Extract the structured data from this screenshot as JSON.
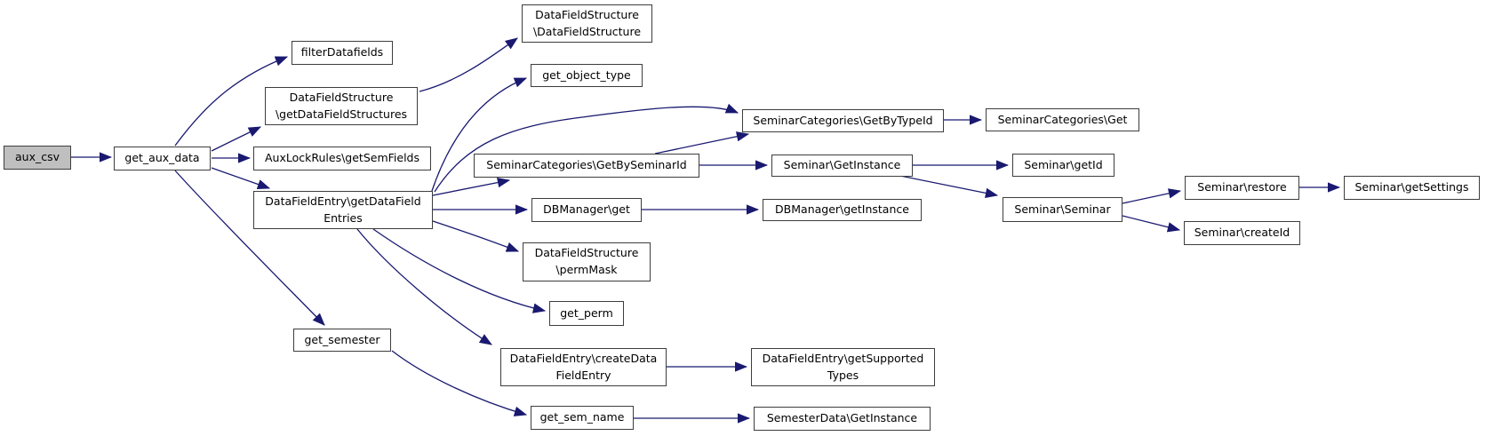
{
  "diagram": {
    "kind": "doxygen-call-graph",
    "root": "aux_csv",
    "colors": {
      "edge": "#191970",
      "node_border": "#3d3d3d",
      "node_fill": "#ffffff",
      "root_node_fill": "#bfbfbf",
      "text": "#000000",
      "background": "#ffffff"
    },
    "nodes": {
      "aux_csv": {
        "label": "aux_csv",
        "highlighted": true
      },
      "get_aux_data": {
        "label": "get_aux_data"
      },
      "filter_datafields": {
        "label": "filterDatafields"
      },
      "datafieldstructure_getdatafieldstructures": {
        "label": "DataFieldStructure\n\\getDataFieldStructures"
      },
      "auxlockrules_getsemfields": {
        "label": "AuxLockRules\\getSemFields"
      },
      "datafieldentry_getdatafieldentries": {
        "label": "DataFieldEntry\\getDataField\nEntries"
      },
      "get_semester": {
        "label": "get_semester"
      },
      "datafieldstructure_datafieldstructure": {
        "label": "DataFieldStructure\n\\DataFieldStructure"
      },
      "get_object_type": {
        "label": "get_object_type"
      },
      "seminarcategories_getbyseminarid": {
        "label": "SeminarCategories\\GetBySeminarId"
      },
      "dbmanager_get": {
        "label": "DBManager\\get"
      },
      "datafieldstructure_permmask": {
        "label": "DataFieldStructure\n\\permMask"
      },
      "get_perm": {
        "label": "get_perm"
      },
      "datafieldentry_createdatafieldentry": {
        "label": "DataFieldEntry\\createData\nFieldEntry"
      },
      "get_sem_name": {
        "label": "get_sem_name"
      },
      "seminarcategories_getbytypeid": {
        "label": "SeminarCategories\\GetByTypeId"
      },
      "seminar_getinstance": {
        "label": "Seminar\\GetInstance"
      },
      "dbmanager_getinstance": {
        "label": "DBManager\\getInstance"
      },
      "datafieldentry_getsupportedtypes": {
        "label": "DataFieldEntry\\getSupported\nTypes"
      },
      "semesterdata_getinstance": {
        "label": "SemesterData\\GetInstance"
      },
      "seminarcategories_get": {
        "label": "SeminarCategories\\Get"
      },
      "seminar_getid": {
        "label": "Seminar\\getId"
      },
      "seminar_seminar": {
        "label": "Seminar\\Seminar"
      },
      "seminar_restore": {
        "label": "Seminar\\restore"
      },
      "seminar_getsettings": {
        "label": "Seminar\\getSettings"
      },
      "seminar_createid": {
        "label": "Seminar\\createId"
      }
    },
    "edges": [
      {
        "from": "aux_csv",
        "to": "get_aux_data"
      },
      {
        "from": "get_aux_data",
        "to": "filter_datafields"
      },
      {
        "from": "get_aux_data",
        "to": "datafieldstructure_getdatafieldstructures"
      },
      {
        "from": "get_aux_data",
        "to": "auxlockrules_getsemfields"
      },
      {
        "from": "get_aux_data",
        "to": "datafieldentry_getdatafieldentries"
      },
      {
        "from": "get_aux_data",
        "to": "get_semester"
      },
      {
        "from": "datafieldstructure_getdatafieldstructures",
        "to": "datafieldstructure_datafieldstructure"
      },
      {
        "from": "datafieldentry_getdatafieldentries",
        "to": "get_object_type"
      },
      {
        "from": "datafieldentry_getdatafieldentries",
        "to": "seminarcategories_getbytypeid"
      },
      {
        "from": "datafieldentry_getdatafieldentries",
        "to": "seminarcategories_getbyseminarid"
      },
      {
        "from": "datafieldentry_getdatafieldentries",
        "to": "dbmanager_get"
      },
      {
        "from": "datafieldentry_getdatafieldentries",
        "to": "datafieldstructure_permmask"
      },
      {
        "from": "datafieldentry_getdatafieldentries",
        "to": "get_perm"
      },
      {
        "from": "datafieldentry_getdatafieldentries",
        "to": "datafieldentry_createdatafieldentry"
      },
      {
        "from": "seminarcategories_getbyseminarid",
        "to": "seminarcategories_getbytypeid"
      },
      {
        "from": "seminarcategories_getbyseminarid",
        "to": "seminar_getinstance"
      },
      {
        "from": "seminarcategories_getbytypeid",
        "to": "seminarcategories_get"
      },
      {
        "from": "seminar_getinstance",
        "to": "seminar_getid"
      },
      {
        "from": "seminar_getinstance",
        "to": "seminar_seminar"
      },
      {
        "from": "dbmanager_get",
        "to": "dbmanager_getinstance"
      },
      {
        "from": "seminar_seminar",
        "to": "seminar_restore"
      },
      {
        "from": "seminar_seminar",
        "to": "seminar_createid"
      },
      {
        "from": "seminar_restore",
        "to": "seminar_getsettings"
      },
      {
        "from": "datafieldentry_createdatafieldentry",
        "to": "datafieldentry_getsupportedtypes"
      },
      {
        "from": "get_semester",
        "to": "get_sem_name"
      },
      {
        "from": "get_sem_name",
        "to": "semesterdata_getinstance"
      }
    ]
  }
}
